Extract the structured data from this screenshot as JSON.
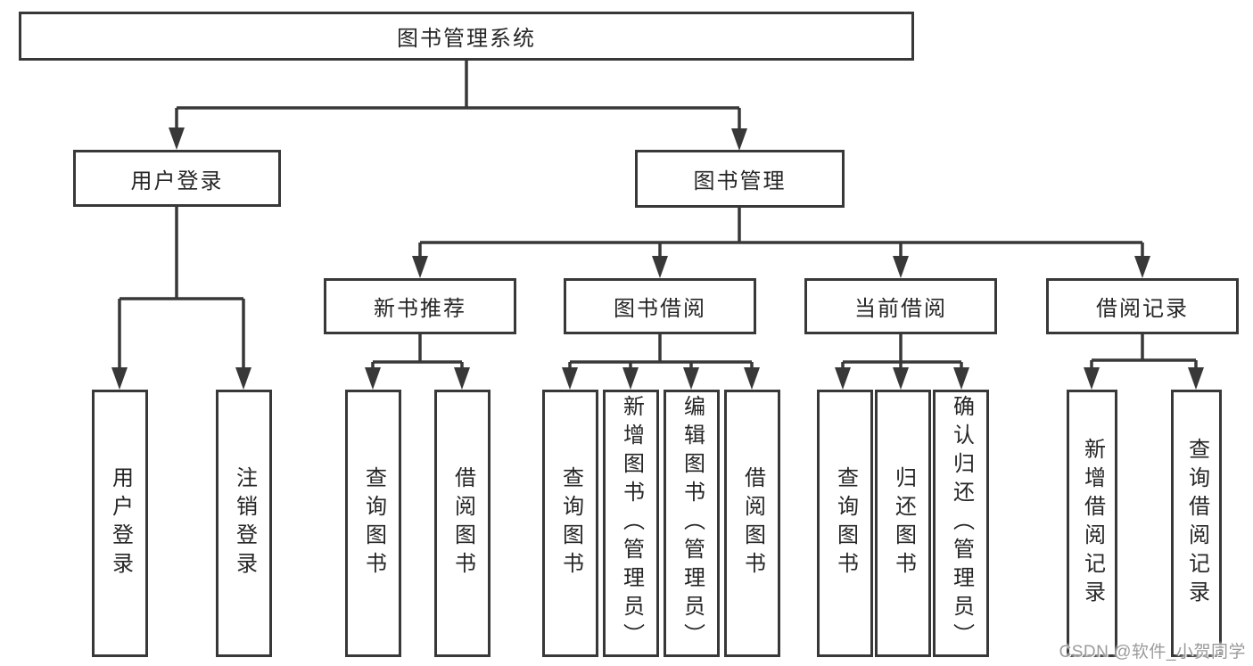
{
  "colors": {
    "line": "#383838",
    "node_border": "#383838",
    "node_text": "#262626",
    "watermark": "#9b9b9b",
    "background": "#ffffff"
  },
  "nodes": {
    "root": "图书管理系统",
    "user_login": "用户登录",
    "book_management": "图书管理",
    "new_book_recommend": "新书推荐",
    "book_borrowing": "图书借阅",
    "current_borrowing": "当前借阅",
    "borrow_records": "借阅记录",
    "leaf_user_login": "用户登录",
    "leaf_logout": "注销登录",
    "leaf_rec_query_books": "查询图书",
    "leaf_rec_borrow_books": "借阅图书",
    "leaf_bor_query_books": "查询图书",
    "leaf_bor_add_books_admin": "新增图书（管理员）",
    "leaf_bor_edit_books_admin": "编辑图书（管理员）",
    "leaf_bor_borrow_books": "借阅图书",
    "leaf_cur_query_books": "查询图书",
    "leaf_cur_return_books": "归还图书",
    "leaf_cur_confirm_return_admin": "确认归还（管理员）",
    "leaf_records_add_record": "新增借阅记录",
    "leaf_records_query_record": "查询借阅记录"
  },
  "watermark": "CSDN @软件_小贺同学"
}
